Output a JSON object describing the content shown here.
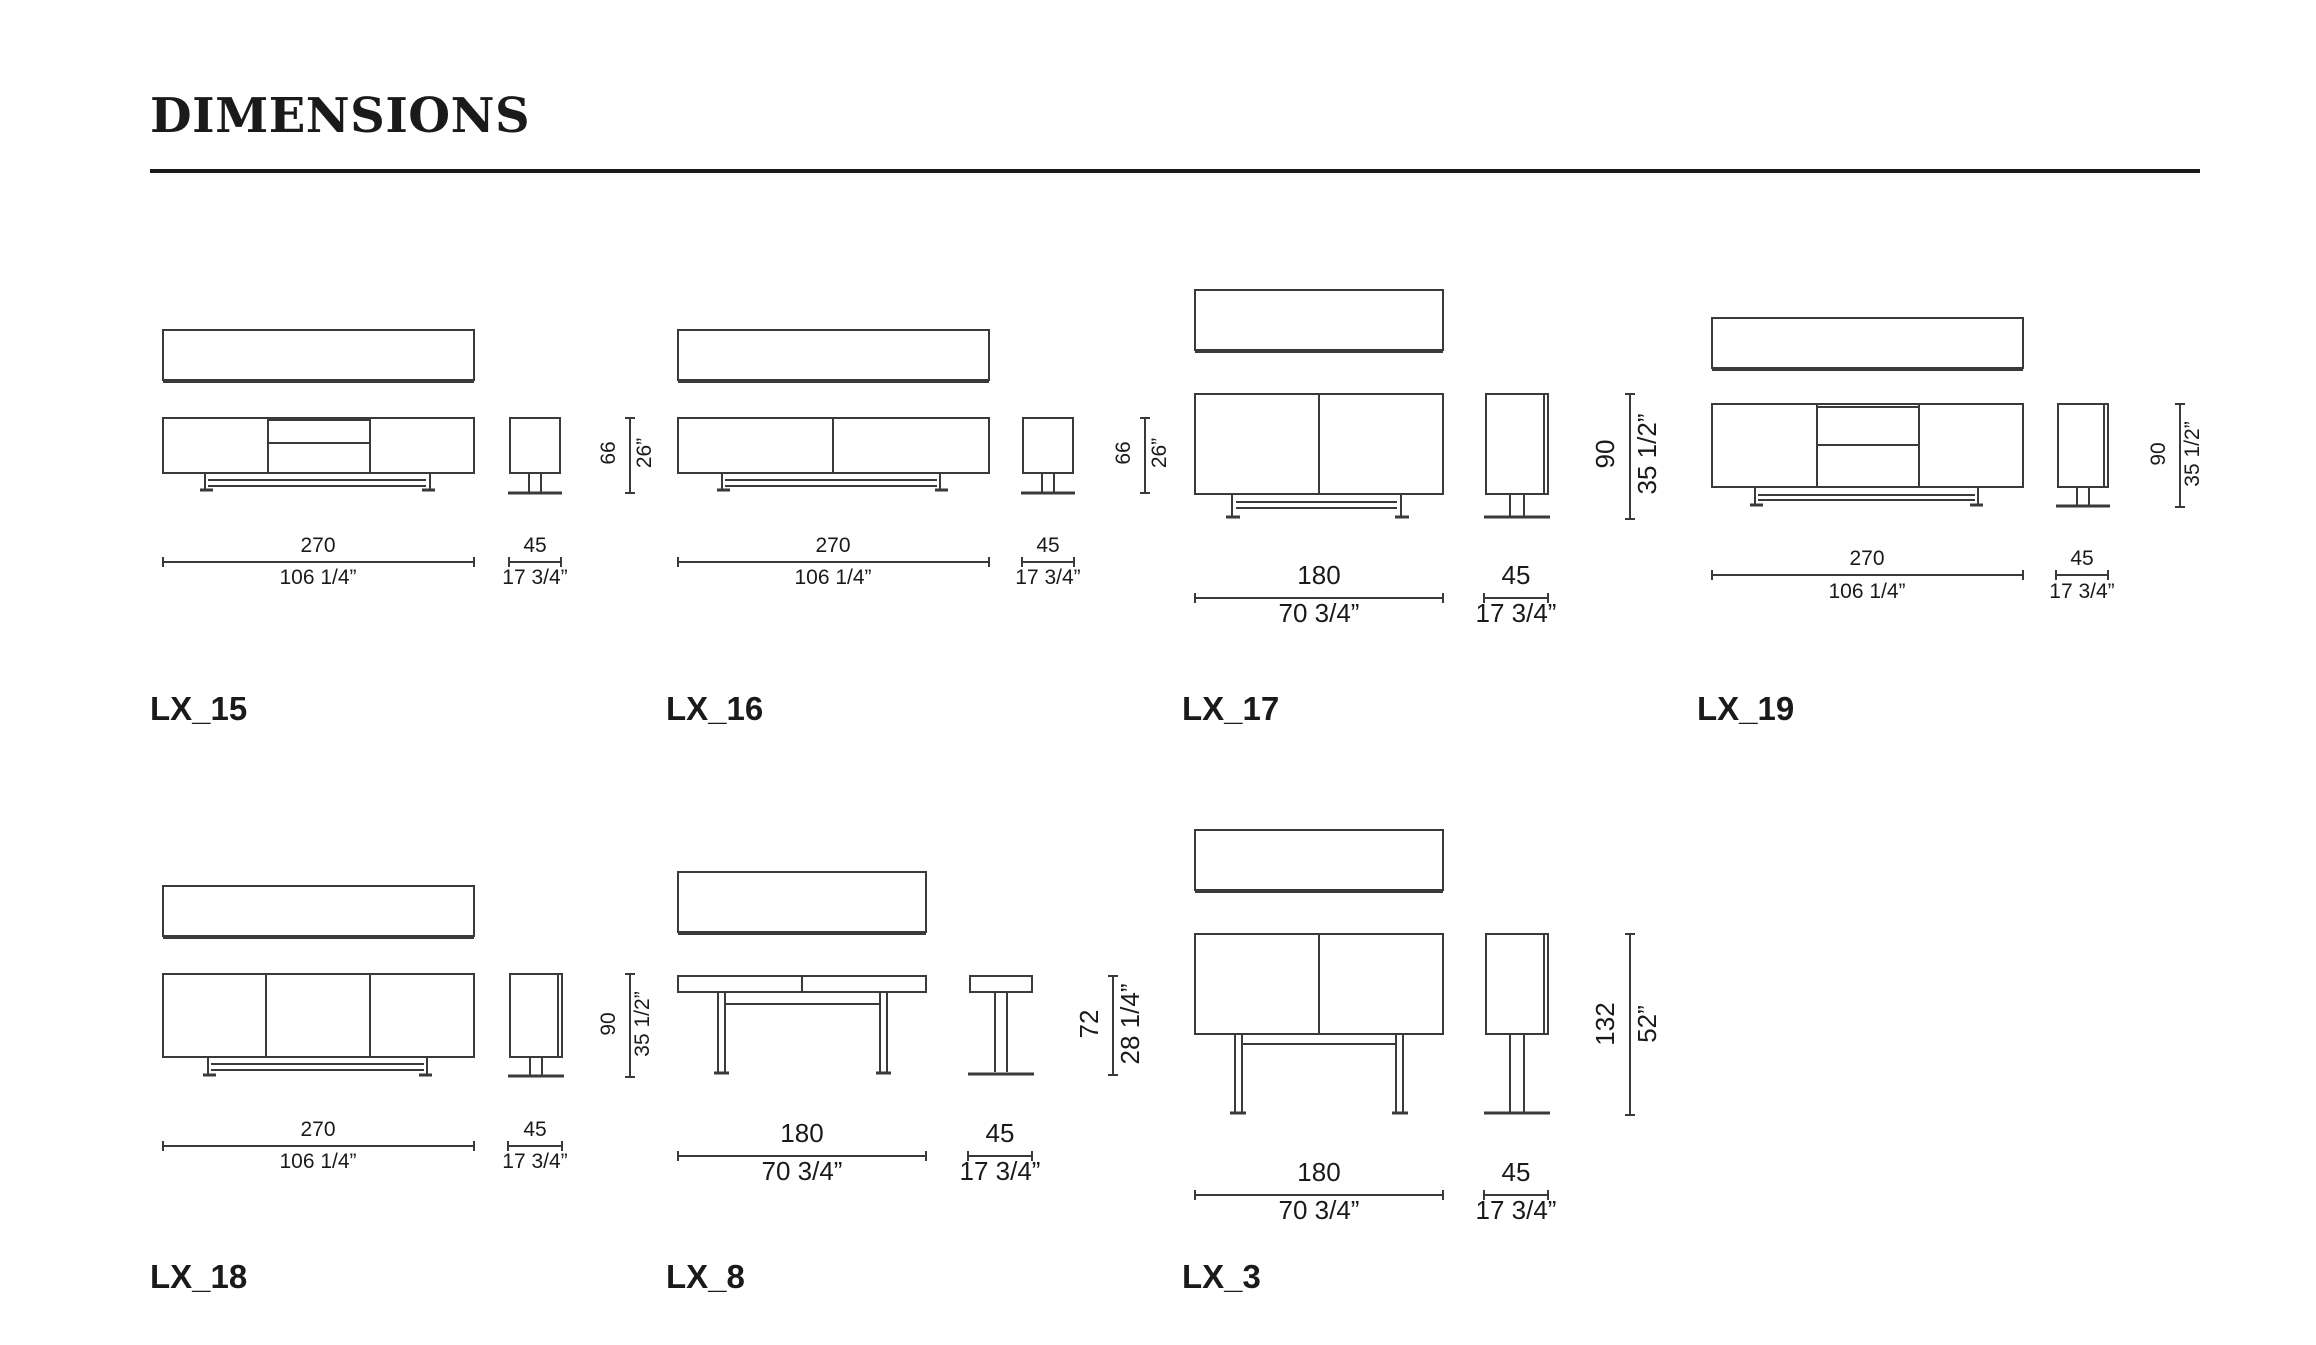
{
  "page": {
    "title": "DIMENSIONS"
  },
  "colors": {
    "ink": "#1a1a1a",
    "line": "#3a3a3a"
  },
  "models": [
    {
      "code": "LX_15",
      "width_cm": "270",
      "width_in": "106 1/4”",
      "depth_cm": "45",
      "depth_in": "17 3/4”",
      "height_cm": "66",
      "height_in": "26”"
    },
    {
      "code": "LX_16",
      "width_cm": "270",
      "width_in": "106 1/4”",
      "depth_cm": "45",
      "depth_in": "17 3/4”",
      "height_cm": "66",
      "height_in": "26”"
    },
    {
      "code": "LX_17",
      "width_cm": "180",
      "width_in": "70 3/4”",
      "depth_cm": "45",
      "depth_in": "17 3/4”",
      "height_cm": "90",
      "height_in": "35 1/2”"
    },
    {
      "code": "LX_19",
      "width_cm": "270",
      "width_in": "106 1/4”",
      "depth_cm": "45",
      "depth_in": "17 3/4”",
      "height_cm": "90",
      "height_in": "35 1/2”"
    },
    {
      "code": "LX_18",
      "width_cm": "270",
      "width_in": "106 1/4”",
      "depth_cm": "45",
      "depth_in": "17 3/4”",
      "height_cm": "90",
      "height_in": "35 1/2”"
    },
    {
      "code": "LX_8",
      "width_cm": "180",
      "width_in": "70 3/4”",
      "depth_cm": "45",
      "depth_in": "17 3/4”",
      "height_cm": "72",
      "height_in": "28 1/4”"
    },
    {
      "code": "LX_3",
      "width_cm": "180",
      "width_in": "70 3/4”",
      "depth_cm": "45",
      "depth_in": "17 3/4”",
      "height_cm": "132",
      "height_in": "52”"
    }
  ]
}
